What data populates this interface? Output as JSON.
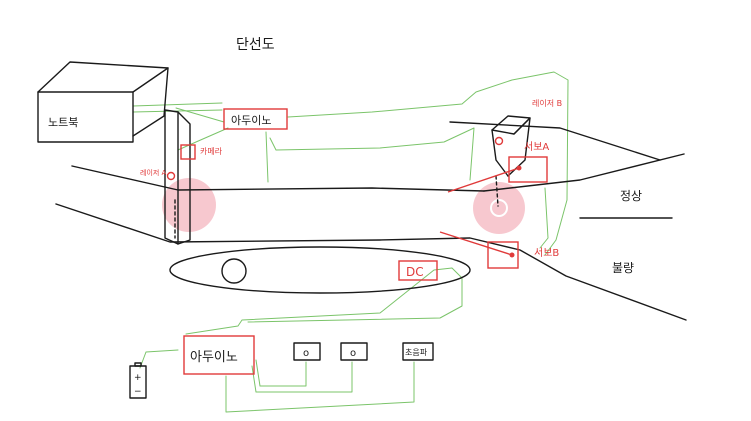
{
  "diagram": {
    "title": "단선도",
    "labels": {
      "laptop": "노트북",
      "arduino_top": "아두이노",
      "camera": "카메라",
      "laser_a": "레이저 A",
      "laser_b": "레이저 B",
      "servo_a": "서보A",
      "servo_b": "서보B",
      "dc_motor": "DC",
      "normal": "정상",
      "defective": "불량",
      "arduino_bottom": "아두이노",
      "button_1": "o",
      "button_2": "o",
      "buzzer": "초음파",
      "battery_plus": "+",
      "battery_minus": "−"
    },
    "colors": {
      "ink": "#1a1a1a",
      "annotation": "#e03a3a",
      "wire": "#7bc46a",
      "spot": "#f4b6bf"
    }
  }
}
